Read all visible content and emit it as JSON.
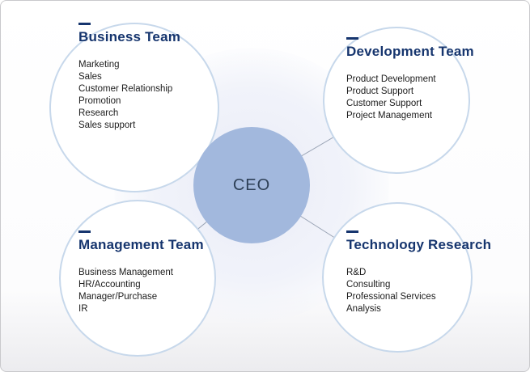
{
  "diagram": {
    "type": "org-chart",
    "center": {
      "label": "CEO"
    },
    "teams": [
      {
        "id": "business",
        "title": "Business Team",
        "items": [
          "Marketing",
          "Sales",
          "Customer Relationship",
          "Promotion",
          "Research",
          "Sales support"
        ]
      },
      {
        "id": "development",
        "title": "Development Team",
        "items": [
          "Product Development",
          "Product Support",
          "Customer Support",
          "Project Management"
        ]
      },
      {
        "id": "management",
        "title": "Management Team",
        "items": [
          "Business Management",
          "HR/Accounting",
          "Manager/Purchase",
          "IR"
        ]
      },
      {
        "id": "technology",
        "title": "Technology Research",
        "items": [
          "R&D",
          "Consulting",
          "Professional Services",
          "Analysis"
        ]
      }
    ],
    "colors": {
      "heading_navy": "#16356e",
      "circle_border": "#c7d8eb",
      "ceo_fill": "#a2b8dd",
      "ceo_text": "#2e4057",
      "connector": "#9aa4b5",
      "glow": "#eaecf7"
    }
  }
}
